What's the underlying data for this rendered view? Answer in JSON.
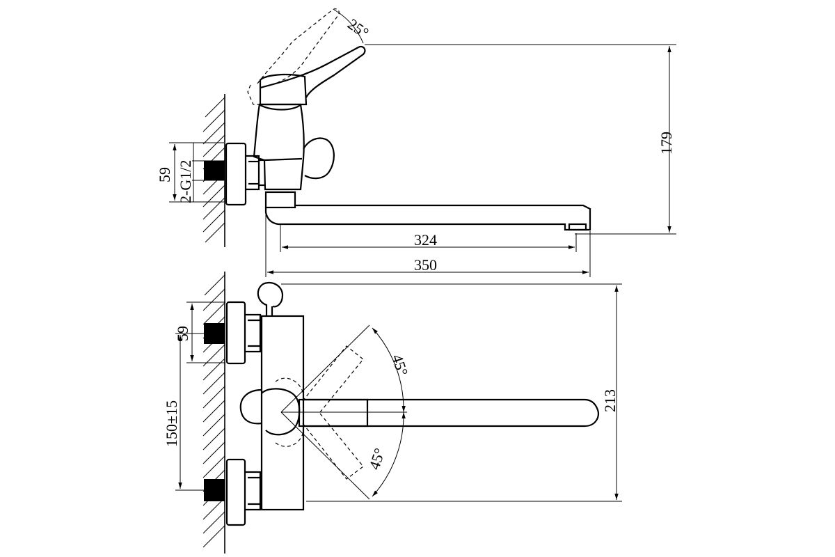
{
  "dimensions": {
    "lever_angle": "25°",
    "height": "179",
    "thread": "2-G1/2",
    "inlet_width_top": "59",
    "spout_reach_inner": "324",
    "spout_reach_outer": "350",
    "inlet_width_bottom": "59",
    "center_distance": "150±15",
    "angle_upper": "45°",
    "angle_lower": "45°",
    "depth": "213"
  }
}
